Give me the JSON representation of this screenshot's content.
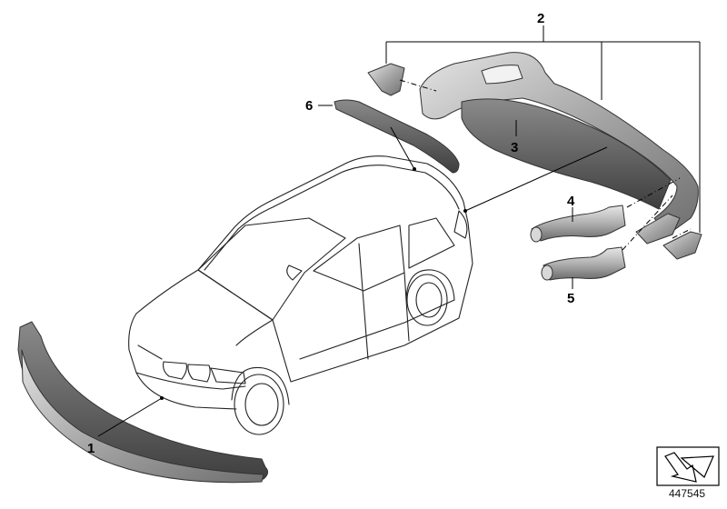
{
  "callouts": {
    "c1": "1",
    "c2": "2",
    "c3": "3",
    "c4": "4",
    "c5": "5",
    "c6": "6"
  },
  "document_number": "447545",
  "icons": {
    "view_direction": "arrow-icon"
  },
  "colors": {
    "part_fill_dark": "#6c6c6c",
    "part_fill_mid": "#9a9a9a",
    "part_fill_light": "#cfcfcf",
    "line": "#000000"
  }
}
